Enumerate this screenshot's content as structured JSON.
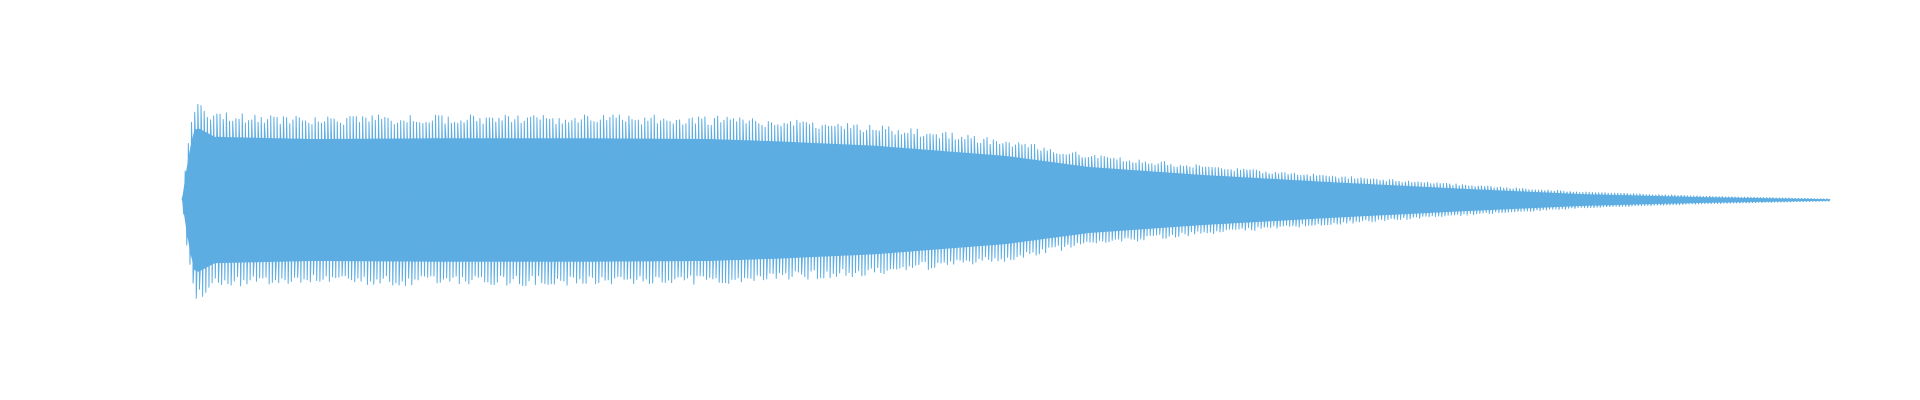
{
  "chart_data": {
    "type": "line",
    "title": "",
    "xlabel": "",
    "ylabel": "",
    "axes_visible": false,
    "grid": false,
    "legend": "none",
    "series": [
      {
        "color": "#5dade2",
        "description_points": [
          {
            "t": 0.0,
            "peak_abs": 0.0
          },
          {
            "t": 0.004,
            "peak_abs": 0.62
          },
          {
            "t": 0.008,
            "peak_abs": 1.0
          },
          {
            "t": 0.02,
            "peak_abs": 0.86
          },
          {
            "t": 0.08,
            "peak_abs": 0.83
          },
          {
            "t": 0.15,
            "peak_abs": 0.84
          },
          {
            "t": 0.25,
            "peak_abs": 0.84
          },
          {
            "t": 0.32,
            "peak_abs": 0.83
          },
          {
            "t": 0.36,
            "peak_abs": 0.8
          },
          {
            "t": 0.42,
            "peak_abs": 0.74
          },
          {
            "t": 0.5,
            "peak_abs": 0.6
          },
          {
            "t": 0.55,
            "peak_abs": 0.45
          },
          {
            "t": 0.62,
            "peak_abs": 0.34
          },
          {
            "t": 0.7,
            "peak_abs": 0.24
          },
          {
            "t": 0.78,
            "peak_abs": 0.15
          },
          {
            "t": 0.85,
            "peak_abs": 0.08
          },
          {
            "t": 0.92,
            "peak_abs": 0.04
          },
          {
            "t": 1.0,
            "peak_abs": 0.01
          }
        ]
      }
    ],
    "ylim": [
      -1.0,
      1.0
    ],
    "xlim": [
      0.0,
      1.0
    ]
  }
}
